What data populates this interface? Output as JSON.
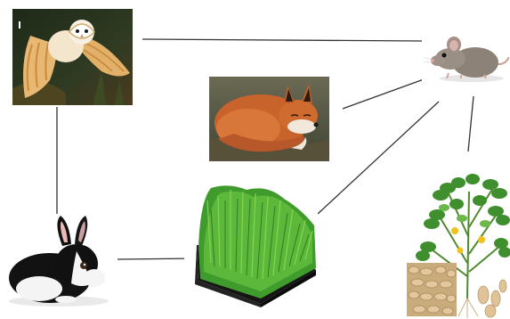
{
  "nodes": [
    {
      "id": "owl",
      "icon": "barn-owl-photo"
    },
    {
      "id": "mouse",
      "icon": "mouse-photo"
    },
    {
      "id": "fox",
      "icon": "red-fox-photo"
    },
    {
      "id": "grass",
      "icon": "wheatgrass-tray-photo"
    },
    {
      "id": "rabbit",
      "icon": "rabbit-photo"
    },
    {
      "id": "peanut",
      "icon": "peanut-plant-illustration"
    }
  ],
  "edges": [
    {
      "from": "owl",
      "to": "mouse"
    },
    {
      "from": "owl",
      "to": "rabbit"
    },
    {
      "from": "fox",
      "to": "mouse"
    },
    {
      "from": "grass",
      "to": "mouse"
    },
    {
      "from": "mouse",
      "to": "peanut"
    },
    {
      "from": "rabbit",
      "to": "grass"
    }
  ],
  "colors": {
    "link": "#333333",
    "background": "#ffffff"
  }
}
